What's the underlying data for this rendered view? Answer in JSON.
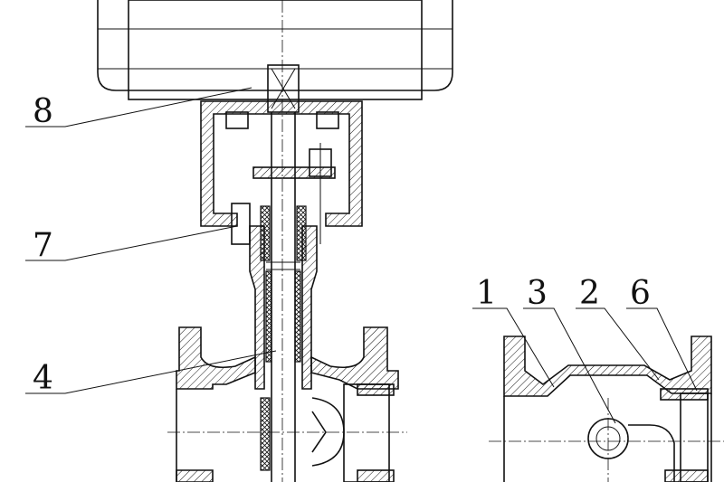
{
  "drawing": {
    "part_labels": [
      {
        "id": "8"
      },
      {
        "id": "7"
      },
      {
        "id": "4"
      },
      {
        "id": "1"
      },
      {
        "id": "3"
      },
      {
        "id": "2"
      },
      {
        "id": "6"
      }
    ]
  }
}
